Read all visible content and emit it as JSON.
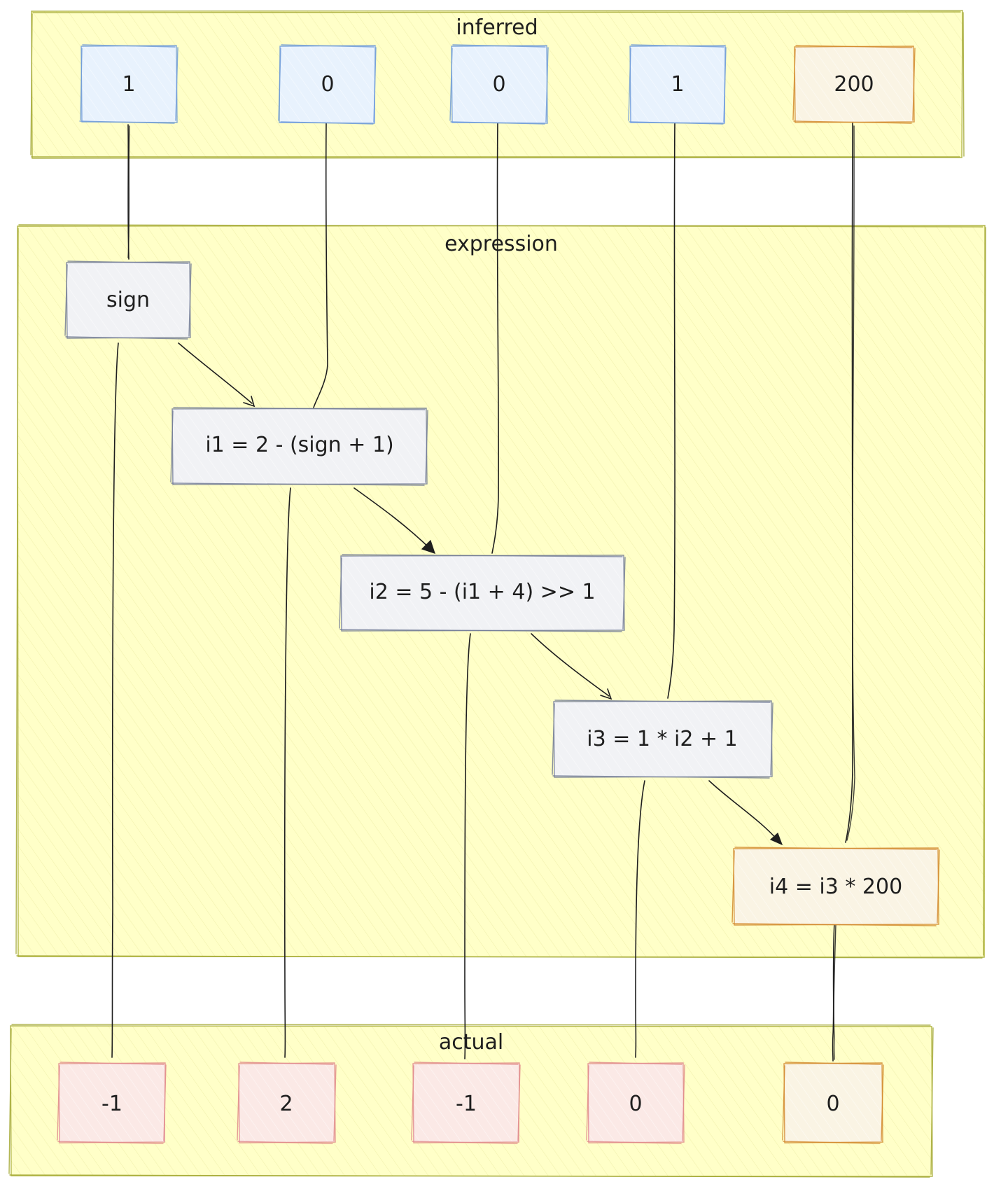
{
  "groups": {
    "inferred": {
      "title": "inferred"
    },
    "expression": {
      "title": "expression"
    },
    "actual": {
      "title": "actual"
    }
  },
  "inferred": [
    "1",
    "0",
    "0",
    "1",
    "200"
  ],
  "expressions": [
    "sign",
    "i1 = 2 - (sign + 1)",
    "i2 = 5 - (i1 + 4) >> 1",
    "i3 = 1 * i2 + 1",
    "i4 = i3 * 200"
  ],
  "actual": [
    "-1",
    "2",
    "-1",
    "0",
    "0"
  ],
  "colors": {
    "group_fill": "#ffffc8",
    "group_stroke": "#a3a831",
    "inferred_fill": "#e8f2fd",
    "inferred_stroke": "#6f9bd8",
    "expr_fill": "#f1f2f5",
    "expr_stroke": "#737d96",
    "actual_fill": "#fbe9e6",
    "actual_stroke": "#e08b8b",
    "highlight_fill": "#faf4e4",
    "highlight_stroke": "#d28a2e",
    "edge": "#1e1e1e"
  }
}
